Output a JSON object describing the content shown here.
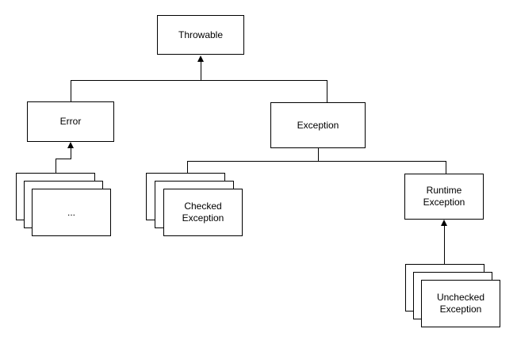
{
  "diagram": {
    "type": "class-hierarchy",
    "background": "#ffffff",
    "line_color": "#000000",
    "box_fill": "#ffffff",
    "box_border": "#000000",
    "nodes": {
      "throwable": {
        "label": "Throwable"
      },
      "error": {
        "label": "Error"
      },
      "exception": {
        "label": "Exception"
      },
      "error_subclasses_stack": {
        "label": "..."
      },
      "checked_exception_stack": {
        "label": "Checked Exception"
      },
      "runtime_exception": {
        "label": "Runtime Exception"
      },
      "unchecked_exception_stack": {
        "label": "Unchecked Exception"
      }
    },
    "edges": [
      {
        "from": "error",
        "to": "throwable",
        "arrowhead_at": "throwable"
      },
      {
        "from": "exception",
        "to": "throwable",
        "arrowhead_at": "throwable"
      },
      {
        "from": "error_subclasses_stack",
        "to": "error",
        "arrowhead_at": "error"
      },
      {
        "from": "checked_exception_stack",
        "to": "exception",
        "arrowhead_at": "none"
      },
      {
        "from": "runtime_exception",
        "to": "exception",
        "arrowhead_at": "none"
      },
      {
        "from": "unchecked_exception_stack",
        "to": "runtime_exception",
        "arrowhead_at": "runtime_exception"
      }
    ]
  }
}
